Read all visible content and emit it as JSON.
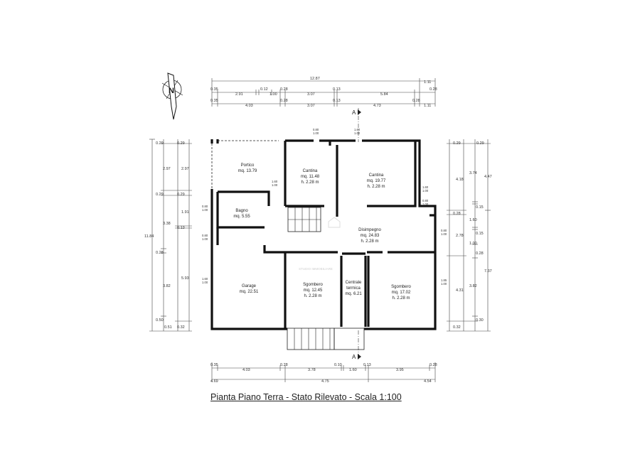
{
  "caption": "Pianta Piano Terra - Stato Rilevato - Scala 1:100",
  "section_marker": "A",
  "watermark": "STUDIO IMMOBILIARE",
  "dim_top": {
    "overall": "12.87",
    "right_ext": "1.11",
    "row1": [
      "0.35",
      "2.91",
      "0.12",
      "1.00",
      "0.28",
      "3.07",
      "0.13",
      "5.84",
      "0.28"
    ],
    "row2": [
      "0.35",
      "4.03",
      "0.28",
      "3.07",
      "0.13",
      "4.73",
      "0.28",
      "1.11"
    ]
  },
  "dim_bottom": {
    "row1": [
      "0.35",
      "4.03",
      "0.28",
      "3.78",
      "0.10",
      "1.60",
      "0.13",
      "3.95",
      "0.28"
    ],
    "row2": [
      "4.69",
      "4.75",
      "4.54"
    ]
  },
  "dim_left": {
    "outer": [
      "0.29",
      "2.97",
      "0.29",
      "3.38",
      "0.28",
      "3.82",
      "0.50"
    ],
    "overall": "11.84",
    "inner": [
      "0.29",
      "2.97",
      "0.29",
      "1.91",
      "0.13",
      "5.93",
      "0.51",
      "0.32"
    ]
  },
  "dim_right": {
    "outer": [
      "0.29",
      "4.18",
      "0.28",
      "2.78",
      "4.31",
      "0.32"
    ],
    "mid": [
      "3.74",
      "0.15",
      "1.60",
      "0.15",
      "1.00",
      "0.28",
      "3.82",
      "0.30"
    ],
    "far": [
      "0.29",
      "4.47",
      "7.37"
    ]
  },
  "rooms": {
    "portico": {
      "name": "Portico",
      "area": "mq. 13.79"
    },
    "cantina1": {
      "name": "Cantina",
      "area": "mq. 11.48",
      "height": "h. 2.28 m"
    },
    "cantina2": {
      "name": "Cantina",
      "area": "mq. 19.77",
      "height": "h. 2.28 m"
    },
    "bagno": {
      "name": "Bagno",
      "area": "mq. 5.55"
    },
    "disimpegno": {
      "name": "Disimpegno",
      "area": "mq. 24.83",
      "height": "h. 2.28 m"
    },
    "garage": {
      "name": "Garage",
      "area": "mq. 22.51"
    },
    "sgombero1": {
      "name": "Sgombero",
      "area": "mq. 12.45",
      "height": "h. 2.28 m"
    },
    "centrale": {
      "name": "Centrale",
      "name2": "termica",
      "area": "mq. 6.21"
    },
    "sgombero2": {
      "name": "Sgombero",
      "area": "mq. 17.02",
      "height": "h. 2.28 m"
    }
  },
  "openings": [
    "0.80",
    "1.00",
    "1.60",
    "1.00",
    "1.60",
    "1.00",
    "0.80",
    "1.00",
    "1.60",
    "1.00",
    "0.80",
    "1.00",
    "1.85",
    "1.00",
    "0.80",
    "1.00",
    "1.60",
    "1.00",
    "0.80",
    "1.00"
  ]
}
